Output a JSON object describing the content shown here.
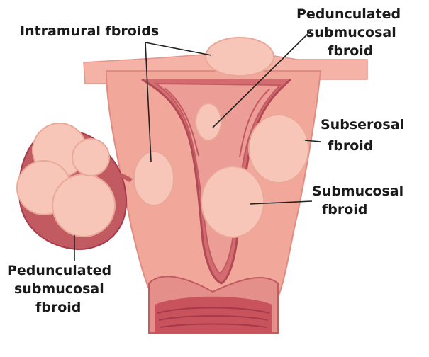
{
  "labels": {
    "intramural": "Intramural fbroids",
    "pedunculated_top_line1": "Pedunculated",
    "pedunculated_top_line2": "submucosal",
    "pedunculated_top_line3": "fbroid",
    "subserosal_line1": "Subserosal",
    "subserosal_line2": "fbroid",
    "submucosal_line1": "Submucosal",
    "submucosal_line2": "fbroid",
    "pedunculated_left_line1": "Pedunculated",
    "pedunculated_left_line2": "submucosal",
    "pedunculated_left_line3": "fbroid"
  },
  "colors": {
    "uterus_wall": "#f2a79b",
    "uterus_outline": "#e08c80",
    "cavity": "#c25a62",
    "cavity_dark": "#a63a4a",
    "fibroid": "#f7c6b8",
    "fibroid_edge": "#e9a898"
  }
}
